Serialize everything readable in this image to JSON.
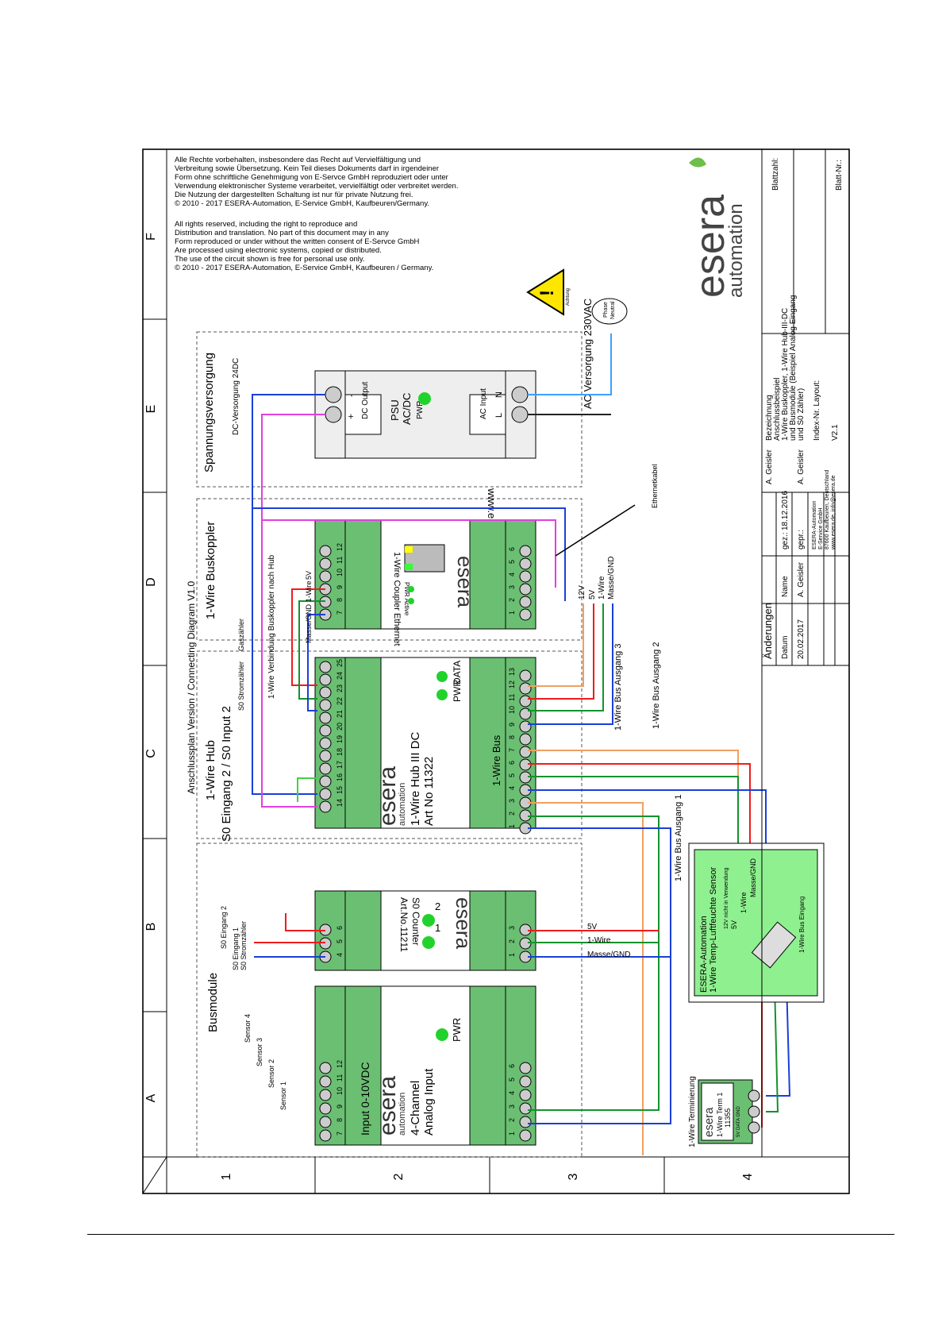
{
  "grid": {
    "columns": [
      "A",
      "B",
      "C",
      "D",
      "E",
      "F"
    ],
    "rows": [
      "1",
      "2",
      "3",
      "4"
    ]
  },
  "copyright": {
    "de": [
      "Alle Rechte vorbehalten, insbesondere das Recht auf Vervielfältigung und",
      "Verbreitung sowie Übersetzung. Kein Teil dieses Dokuments darf in irgendeiner",
      "Form ohne schriftliche Genehmigung von E-Servce GmbH reproduziert oder unter",
      "Verwendung elektronischer Systeme verarbeitet, vervielfältigt oder verbreitet werden.",
      "Die Nutzung der dargestellten Schaltung ist nur für private Nutzung frei.",
      "© 2010 - 2017 ESERA-Automation, E-Service GmbH, Kaufbeuren/Germany."
    ],
    "en": [
      "All rights reserved, including the right to reproduce and",
      "Distribution and translation. No part of this document may in any",
      "Form reproduced or under without the written consent of E-Servce GmbH",
      "Are processed using electronic systems, copied or distributed.",
      "The use of the circuit shown is free for personal use only.",
      "© 2010 - 2017 ESERA-Automation, E-Service GmbH, Kaufbeuren / Germany."
    ]
  },
  "diagram_title": "Anschlussplan Version / Connecting Diagram V1.0",
  "website": "www.esera.de",
  "logo": {
    "esera": "esera",
    "automation": "automation"
  },
  "sections": {
    "busmodule": "Busmodule",
    "hub_title": "1-Wire Hub",
    "hub_sub": "S0 Eingang 2 / S0 Input 2",
    "buskoppler": "1-Wire Buskoppler",
    "spannung": "Spannungsversorgung",
    "ac_supply": "AC Versorgung 230VAC",
    "dc_supply": "DC-Versorgung 24DC"
  },
  "modules": {
    "analog": {
      "line1": "4-Channel",
      "line2": "Analog Input",
      "pwr": "PWR",
      "bottom": "Input 0-10VDC",
      "pins_top": [
        "7",
        "8",
        "9",
        "10",
        "11",
        "12"
      ],
      "pins_bottom": [
        "1",
        "2",
        "3",
        "4",
        "5",
        "6"
      ]
    },
    "counter": {
      "line1": "S0 Counter",
      "line2": "Art.No.11211",
      "led1": "1",
      "led2": "2",
      "pins_top": [
        "4",
        "5",
        "6"
      ],
      "pins_bottom": [
        "1",
        "2",
        "3"
      ]
    },
    "hub": {
      "line1": "1-Wire Hub III DC",
      "line2": "Art No 11322",
      "pwr": "PWR",
      "data": "DATA",
      "bus": "1-Wire Bus",
      "pins_top": [
        "14",
        "15",
        "16",
        "17",
        "18",
        "19",
        "20",
        "21",
        "22",
        "23",
        "24",
        "25"
      ],
      "pins_bottom": [
        "1",
        "2",
        "3",
        "4",
        "5",
        "6",
        "7",
        "8",
        "9",
        "10",
        "11",
        "12",
        "13"
      ]
    },
    "coupler": {
      "line1": "1-Wire Coupler Ethernet",
      "pwr_active": "PWR Active",
      "pins_top": [
        "7",
        "8",
        "9",
        "10",
        "11",
        "12"
      ],
      "pins_bottom": [
        "1",
        "2",
        "3",
        "4",
        "5",
        "6"
      ]
    },
    "psu": {
      "line1": "PSU",
      "line2": "AC/DC",
      "pwr": "PWR",
      "dc_output": "DC Output",
      "ac_input": "AC Input",
      "plus": "+",
      "minus": "-",
      "L": "L",
      "N": "N"
    },
    "sensor": {
      "line1": "ESERA-Automation",
      "line2": "1-Wire Temp-Luftfeuchte Sensor",
      "note": "12V nicht in Verwendung",
      "pins": [
        "5V",
        "1-Wire",
        "Masse/GND"
      ],
      "bus_in": "1-Wire Bus Eingang"
    },
    "term": {
      "title": "1-Wire Terminierung",
      "line1": "1-Wire Term 1",
      "line2": "11355",
      "pins": "5V DATA GND"
    }
  },
  "labels": {
    "sensor1": "Sensor 1",
    "sensor2": "Sensor 2",
    "sensor3": "Sensor 3",
    "sensor4": "Sensor 4",
    "s0_e1": "S0 Eingang 1",
    "s0_zaehler": "S0 Stromzähler",
    "s0_e2": "S0 Eingang 2",
    "s0_strom": "S0 Stromzähler",
    "gaszaehler": "Gaszähler",
    "verbindung": "1-Wire Verbindung Buskoppler nach Hub",
    "masse_gnd": "Masse/GND",
    "onewire": "1-Wire",
    "fivev": "5V",
    "bus_ausgang1": "1-Wire Bus Ausgang 1",
    "bus_ausgang2": "1-Wire Bus Ausgang 2",
    "bus_ausgang3": "1-Wire Bus Ausgang 3",
    "out_12v": "12V",
    "out_5v": "5V",
    "out_1wire": "1-Wire",
    "out_gnd": "Masse/GND",
    "ethernet": "Ethernetkabel",
    "phase": "Phase",
    "neutral": "Neutral",
    "achtung": "Achtung",
    "counter_5v": "5V",
    "counter_1wire": "1-Wire",
    "counter_gnd": "Masse/GND"
  },
  "title_block": {
    "aenderungen": "Änderungen",
    "datum_h": "Datum",
    "name_h": "Name",
    "change_date": "20.02.2017",
    "change_name": "A. Geisler",
    "gez": "gez.:",
    "gez_date": "18.12.2016",
    "gez_name": "A. Geisler",
    "gepr": "gepr.:",
    "gepr_name": "A. Geisler",
    "company": [
      "ESERA-Automation",
      "E-Service GmbH",
      "87600 Kaufbeuren, Deutschland",
      "www.esera.de, info@esera.de"
    ],
    "bezeichnung": "Bezeichnung",
    "bez_lines": [
      "Anschlussbeispiel",
      "1-Wire Buskoppler, 1-Wire Hub-III-DC",
      "und Busmodule (Beispiel Analog Eingang",
      "und S0 Zähler)"
    ],
    "index": "Index-Nr. Layout:",
    "version": "V2.1",
    "blattzahl": "Blattzahl:",
    "blattnr": "Blatt-Nr.:"
  },
  "colors": {
    "red": "#ee1c1c",
    "green": "#14922e",
    "blue": "#1a3fd8",
    "magenta": "#e040e0",
    "orange": "#f0a060",
    "lightblue": "#3aa0ff",
    "module": "#6bbf73",
    "sensor_fill": "#8ff08f"
  }
}
